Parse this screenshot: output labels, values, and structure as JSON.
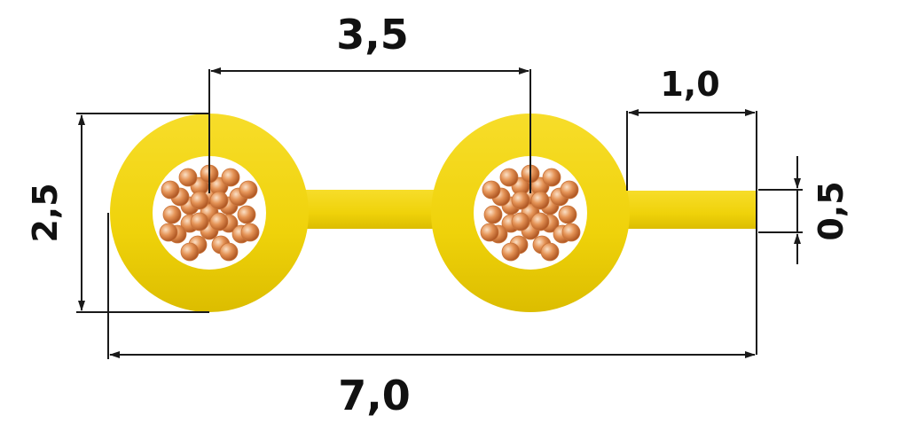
{
  "dimensions": {
    "total_width": "7,0",
    "center_spacing": "3,5",
    "tail_length": "1,0",
    "tail_thickness": "0,5",
    "outer_diameter": "2,5"
  },
  "colors": {
    "insulation": "#f1d40c",
    "insulation_shade": "#d6b600",
    "copper_light": "#f6c39a",
    "copper_mid": "#e08a4e",
    "copper_dark": "#b35a25",
    "core_bg": "#ffffff",
    "dimension_line": "#1a1a1a"
  },
  "icons": {
    "conductor": "stranded-copper-core-icon"
  }
}
